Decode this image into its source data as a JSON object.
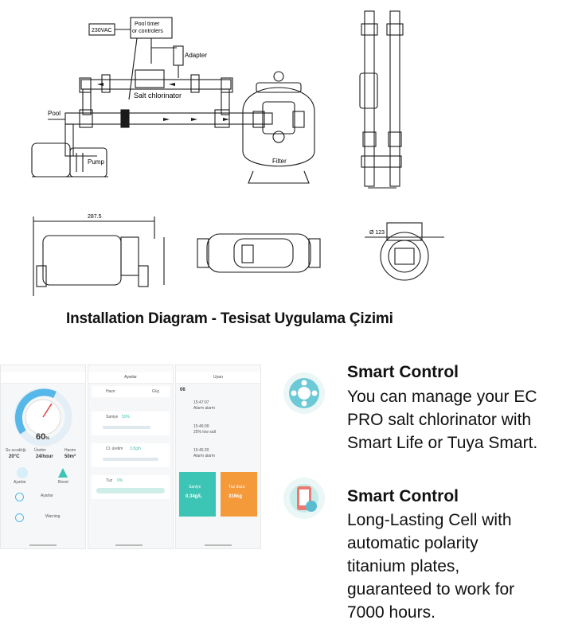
{
  "diagram": {
    "supply_label": "230VAC",
    "timer_label_line1": "Pool timer",
    "timer_label_line2": "or controlers",
    "adapter_label": "Adapter",
    "chlorinator_label": "Salt chlorinator",
    "pool_label": "Pool",
    "pump_label": "Pump",
    "filter_label": "Filter",
    "length_dimension": "287.5",
    "diameter_dimension": "Ø 123"
  },
  "caption": "Installation Diagram - Tesisat Uygulama Çizimi",
  "app": {
    "screen1": {
      "gauge_value": "60",
      "gauge_unit": "%",
      "stats": [
        {
          "label": "Su sıcaklığı",
          "value": "20°C"
        },
        {
          "label": "Üretim",
          "value": "24/hour"
        },
        {
          "label": "Hacim",
          "value": "50m³"
        }
      ],
      "button1": "Ayarlar",
      "button2": "Boost",
      "settings_label": "Ayarlar",
      "warning_label": "Warning"
    },
    "screen2": {
      "title": "Ayarlar",
      "rows": [
        {
          "label": "Hazır",
          "value": "Güç"
        },
        {
          "label": "Saniye",
          "value": "50%"
        },
        {
          "label": "Cl. üretim",
          "value": "3.8g/h"
        },
        {
          "label": "Tuz",
          "value": "0%"
        }
      ]
    },
    "screen3": {
      "title": "Uyarı",
      "header": "06",
      "items": [
        {
          "time": "15:47:07",
          "text": "Alarm alarm"
        },
        {
          "time": "15:46:09",
          "text": "25% low salt"
        },
        {
          "time": "15:45:20",
          "text": "Alarm alarm"
        }
      ],
      "card1_label": "Saniye",
      "card1_value": "0.34g/L",
      "card2_label": "Tuz dozu",
      "card2_value": "316kg"
    }
  },
  "features": [
    {
      "title": "Smart Control",
      "lines": [
        "You can manage your EC",
        "PRO salt chlorinator with",
        "Smart Life or Tuya Smart."
      ]
    },
    {
      "title": "Smart Control",
      "lines": [
        "Long-Lasting Cell with",
        "automatic polarity",
        "titanium plates,",
        "guaranteed to work for",
        "7000 hours."
      ]
    }
  ],
  "colors": {
    "teal": "#3cc4b4",
    "orange": "#f59a3a",
    "gauge_blue": "#56b8e8",
    "line": "#1a1a1a"
  }
}
